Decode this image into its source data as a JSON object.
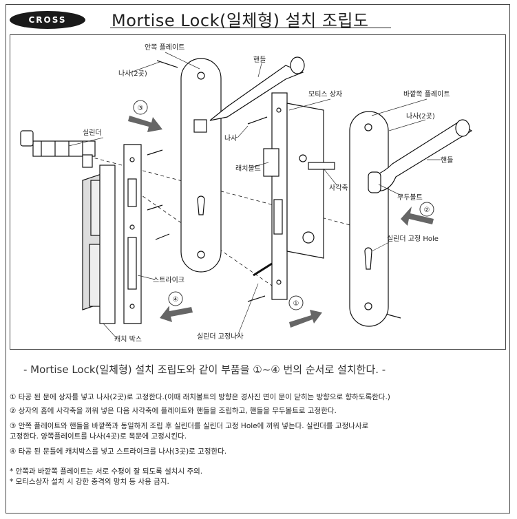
{
  "brand": {
    "logo_text": "CROSS"
  },
  "title": "Mortise Lock(일체형) 설치 조립도",
  "diagram": {
    "labels": {
      "inner_plate": "안쪽 플레이트",
      "screw_2_left": "나사(2곳)",
      "handle_top": "핸들",
      "mortise_case": "모티스 상자",
      "outer_plate": "바깥쪽 플레이트",
      "screw_2_right": "나사(2곳)",
      "screw": "나사",
      "cylinder": "실린더",
      "latch_bolt": "래치볼트",
      "square_shaft": "사각축",
      "handle_right": "핸들",
      "mudu_bolt": "무두볼트",
      "cylinder_hole": "실린더 고정 Hole",
      "strike": "스트라이크",
      "catch_box": "캐치 박스",
      "cylinder_screw": "실린더 고정나사"
    },
    "steps": [
      "①",
      "②",
      "③",
      "④"
    ]
  },
  "summary": "- Mortise Lock(일체형) 설치 조립도와 같이 부품을  ①~④ 번의 순서로 설치한다. -",
  "instructions": [
    "① 타공 된 문에 상자를 넣고 나사(2곳)로 고정한다.(이때 래치볼트의 방향은 경사진 면이 문이 닫히는 방향으로 향하도록한다.)",
    "② 상자의 홈에 사각축을 끼워 넣은 다음 사각축에 플레이트와 핸들을 조립하고, 핸들을 무두볼트로 고정한다.",
    "③ 안쪽 플레이트와 핸들을 바깥쪽과 동일하게 조립 후 실린더를 실린더 고정 Hole에 끼워 넣는다. 실린더를 고정나사로",
    "   고정한다.  양쪽플레이트를 나사(4곳)로 목문에 고정시킨다.",
    "④ 타공 된 문틀에 캐치박스를 넣고 스트라이크를 나사(3곳)로 고정한다."
  ],
  "notes": [
    "* 안쪽과 바깥쪽 플레이트는 서로 수평이 잘 되도록 설치시 주의.",
    "* 모티스상자 설치 시 강한 충격의 망치 등 사용 금지."
  ]
}
